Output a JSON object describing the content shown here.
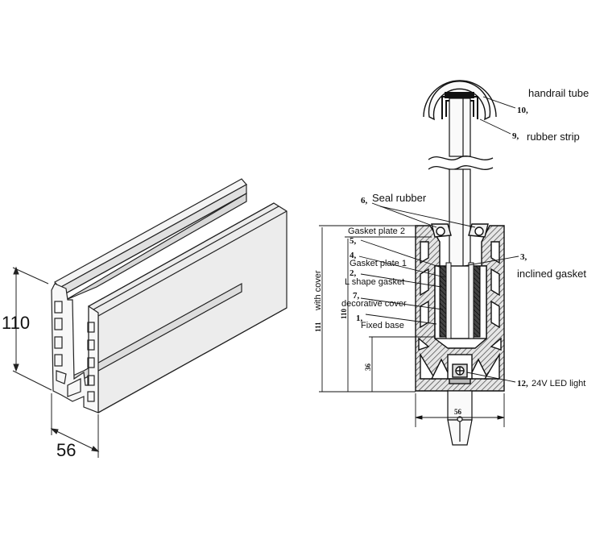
{
  "left_view": {
    "height_dim": "110",
    "width_dim": "56"
  },
  "section": {
    "dims": {
      "overall": "111",
      "with_cover": "with cover",
      "inner": "110",
      "base": "56",
      "bottom": "36"
    },
    "callouts": [
      {
        "num": "10,",
        "text": "handrail tube"
      },
      {
        "num": "9,",
        "text": "rubber strip"
      },
      {
        "num": "6,",
        "text": "Seal rubber"
      },
      {
        "num": "5,",
        "text": "Gasket plate 2"
      },
      {
        "num": "4,",
        "text": "Gasket plate 1"
      },
      {
        "num": "3,",
        "text": "inclined gasket"
      },
      {
        "num": "2,",
        "text": "L shape gasket"
      },
      {
        "num": "7,",
        "text": "decorative cover"
      },
      {
        "num": "1,",
        "text": "Fixed base"
      },
      {
        "num": "12,",
        "text": "24V LED light"
      }
    ]
  }
}
